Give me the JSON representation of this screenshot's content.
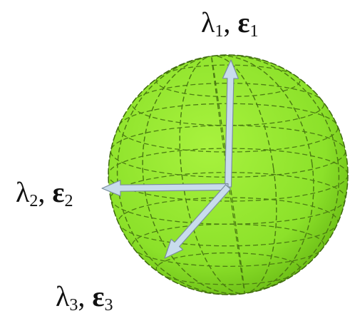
{
  "colors": {
    "sphere_fill": "#8ce12a",
    "sphere_shade": "#6dbf17",
    "grid_line": "#4c7d12",
    "outline": "#3f6b0e",
    "arrow_fill": "#c8dcec",
    "arrow_stroke": "#7a8d9c",
    "text": "#111111"
  },
  "labels": [
    {
      "lambda": "λ",
      "eps": "ε",
      "index": "1"
    },
    {
      "lambda": "λ",
      "eps": "ε",
      "index": "2"
    },
    {
      "lambda": "λ",
      "eps": "ε",
      "index": "3"
    }
  ],
  "separator": ", "
}
